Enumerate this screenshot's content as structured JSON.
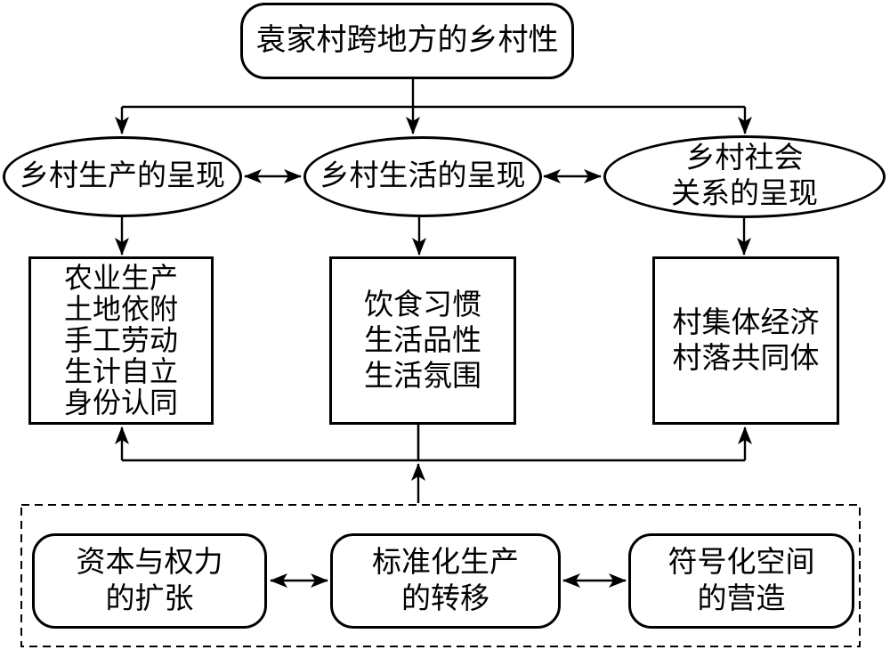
{
  "diagram": {
    "title": "袁家村跨地方的乡村性",
    "ellipses": [
      {
        "lines": [
          "乡村生产的呈现"
        ]
      },
      {
        "lines": [
          "乡村生活的呈现"
        ]
      },
      {
        "lines": [
          "乡村社会",
          "关系的呈现"
        ]
      }
    ],
    "detail_boxes": [
      {
        "lines": [
          "农业生产",
          "土地依附",
          "手工劳动",
          "生计自立",
          "身份认同"
        ]
      },
      {
        "lines": [
          "饮食习惯",
          "生活品性",
          "生活氛围"
        ]
      },
      {
        "lines": [
          "村集体经济",
          "村落共同体"
        ]
      }
    ],
    "driver_boxes": [
      {
        "lines": [
          "资本与权力",
          "的扩张"
        ]
      },
      {
        "lines": [
          "标准化生产",
          "的转移"
        ]
      },
      {
        "lines": [
          "符号化空间",
          "的营造"
        ]
      }
    ],
    "colors": {
      "stroke": "#000000",
      "background": "#ffffff"
    }
  }
}
